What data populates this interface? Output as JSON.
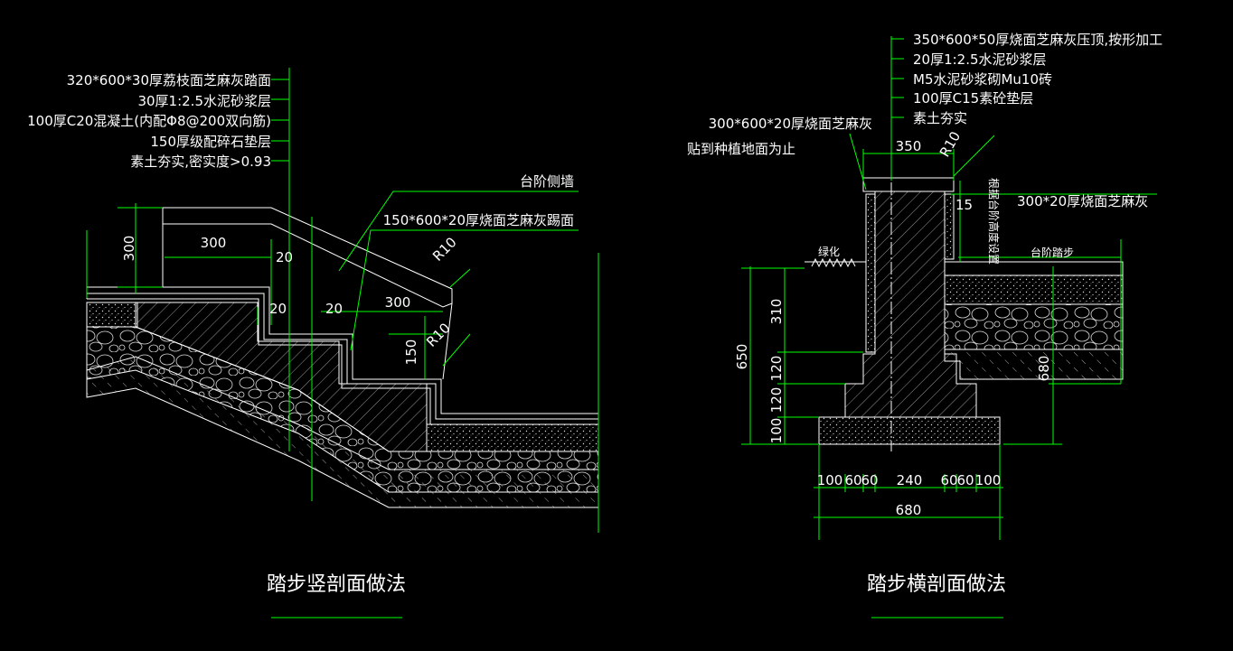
{
  "left": {
    "layers": [
      "320*600*30厚荔枝面芝麻灰踏面",
      "30厚1:2.5水泥砂浆层",
      "100厚C20混凝土(内配Φ8@200双向筋)",
      "150厚级配碎石垫层",
      "素土夯实,密实度>0.93"
    ],
    "side_wall": "台阶侧墙",
    "riser": "150*600*20厚烧面芝麻灰踢面",
    "dims": {
      "h300": "300",
      "w300_a": "300",
      "w300_b": "300",
      "d20_a": "20",
      "d20_b": "20",
      "d20_c": "20",
      "h150": "150",
      "r10_a": "R10",
      "r10_b": "R10"
    },
    "title": "踏步竖剖面做法"
  },
  "right": {
    "layers": [
      "350*600*50厚烧面芝麻灰压顶,按形加工",
      "20厚1:2.5水泥砂浆层",
      "M5水泥砂浆砌Mu10砖",
      "100厚C15素砼垫层",
      "素土夯实"
    ],
    "side_face_1": "300*600*20厚烧面芝麻灰",
    "side_face_2": "贴到种植地面为止",
    "right_face": "300*20厚烧面芝麻灰",
    "vertical_note": "根据台阶高度设置",
    "green_label": "绿化",
    "step_label": "台阶踏步",
    "dims": {
      "top350": "350",
      "r10": "R10",
      "d15": "15",
      "h650": "650",
      "h310": "310",
      "h120a": "120",
      "h120b": "120",
      "h100": "100",
      "h680": "680",
      "b100a": "100",
      "b60a": "60",
      "b60b": "60",
      "b240": "240",
      "b60c": "60",
      "b60d": "60",
      "b100b": "100",
      "b680": "680"
    },
    "title": "踏步横剖面做法"
  }
}
